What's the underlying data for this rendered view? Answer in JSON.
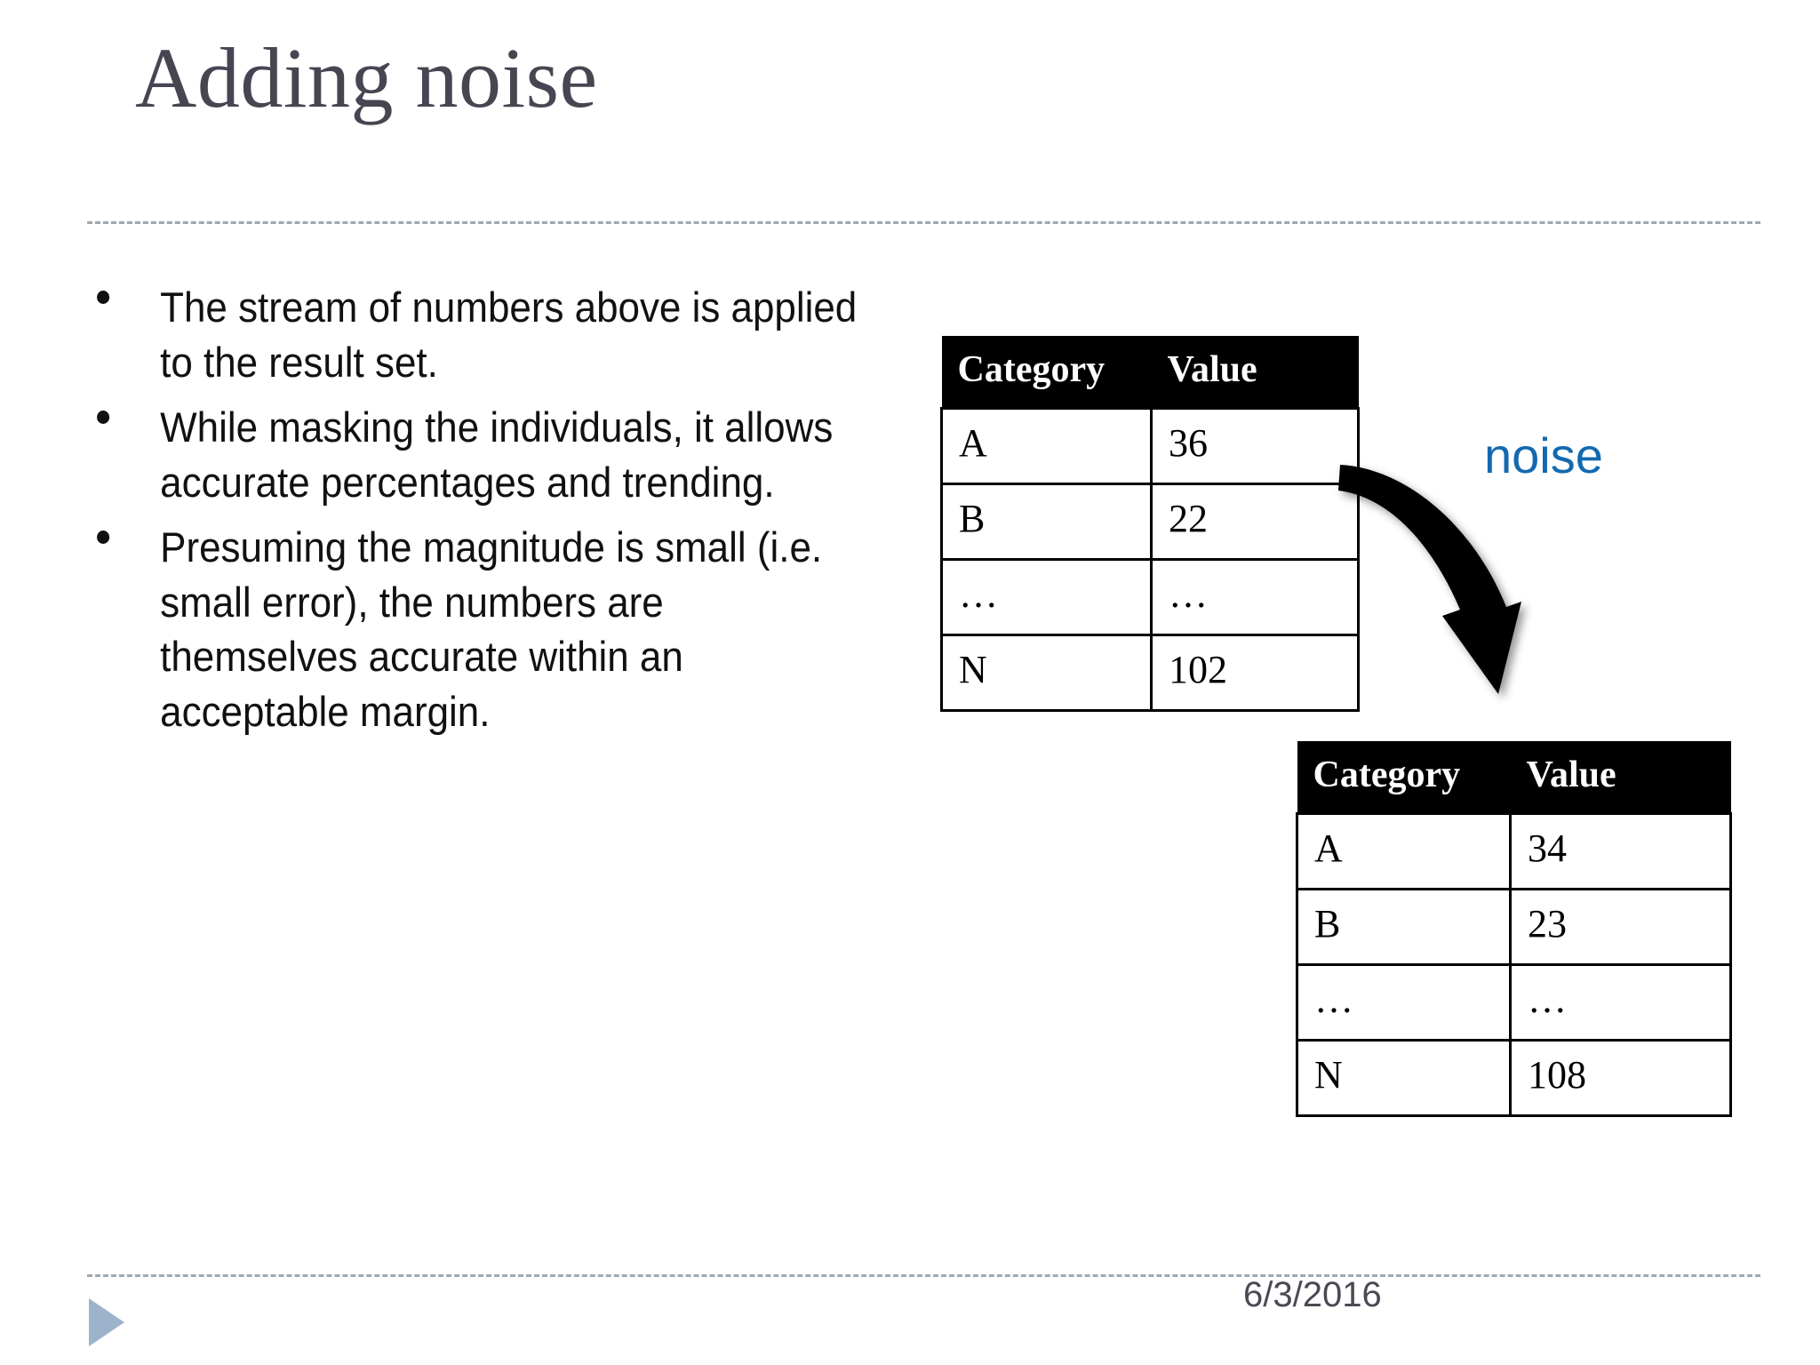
{
  "slide": {
    "title": "Adding noise",
    "bullets": [
      "The stream of numbers above is applied to the result set.",
      "While masking the individuals, it allows accurate percentages and trending.",
      "Presuming the magnitude is small (i.e. small error), the numbers are themselves accurate within an acceptable margin."
    ],
    "footer": {
      "date": "6/3/2016"
    },
    "annotation": {
      "noise_label": "noise",
      "arrow_icon": "curved-down-right-arrow-icon"
    },
    "nav": {
      "advance_icon": "play-triangle-icon"
    }
  },
  "tables": {
    "original": {
      "name": "original-result-set",
      "columns": [
        "Category",
        "Value"
      ],
      "rows": [
        [
          "A",
          "36"
        ],
        [
          "B",
          "22"
        ],
        [
          "…",
          "…"
        ],
        [
          "N",
          "102"
        ]
      ]
    },
    "noisy": {
      "name": "noisy-result-set",
      "columns": [
        "Category",
        "Value"
      ],
      "rows": [
        [
          "A",
          "34"
        ],
        [
          "B",
          "23"
        ],
        [
          "…",
          "…"
        ],
        [
          "N",
          "108"
        ]
      ]
    }
  },
  "colors": {
    "title": "#464653",
    "noise_accent": "#1269B0",
    "table_header_bg": "#000000",
    "table_header_fg": "#ffffff",
    "rule": "#8d9aa8",
    "nav_triangle": "#9db3cc",
    "footer_text": "#4a4a55"
  }
}
